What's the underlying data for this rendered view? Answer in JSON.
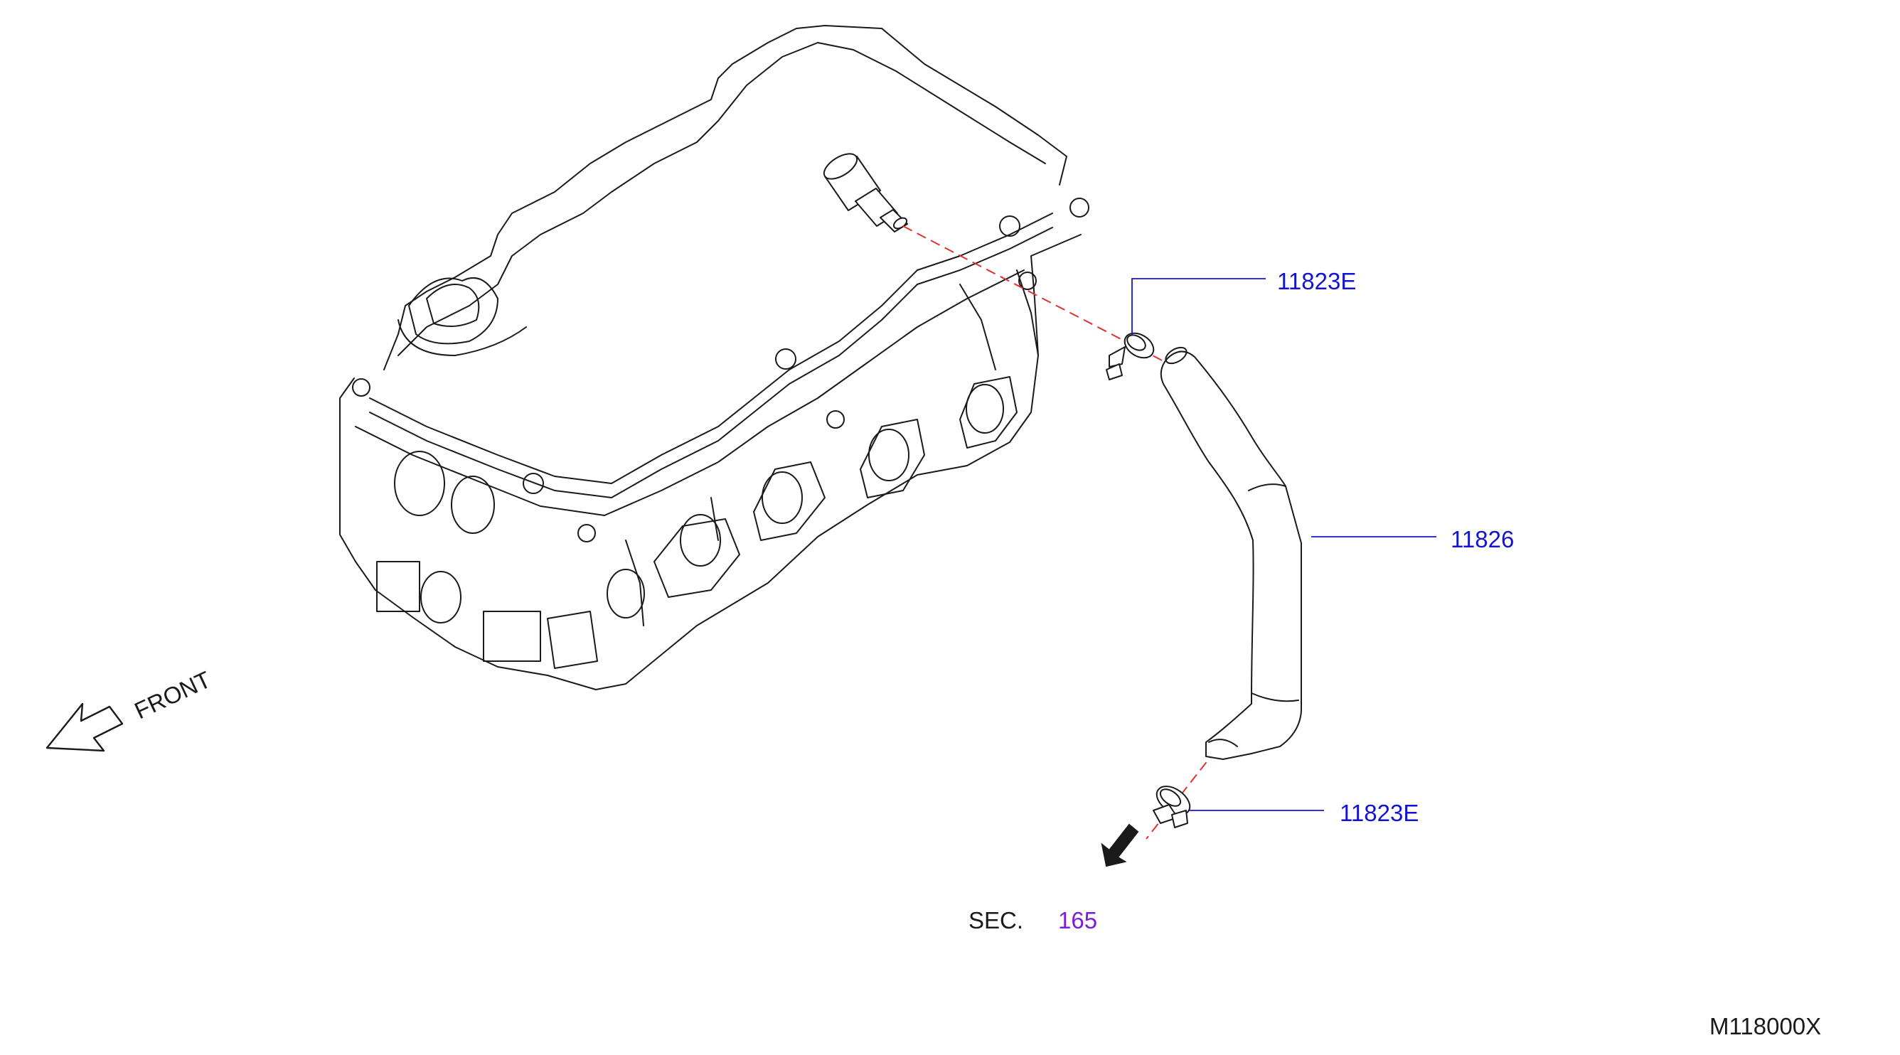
{
  "colors": {
    "callout": "#1414d0",
    "section_ref": "#7a1fd6",
    "dashed": "#e03030",
    "ink": "#1a1a1a"
  },
  "callouts": {
    "clamp_upper": "11823E",
    "hose": "11826",
    "clamp_lower": "11823E"
  },
  "direction": {
    "label": "FRONT"
  },
  "section": {
    "prefix": "SEC.",
    "number": "165"
  },
  "figure_code": "M118000X"
}
